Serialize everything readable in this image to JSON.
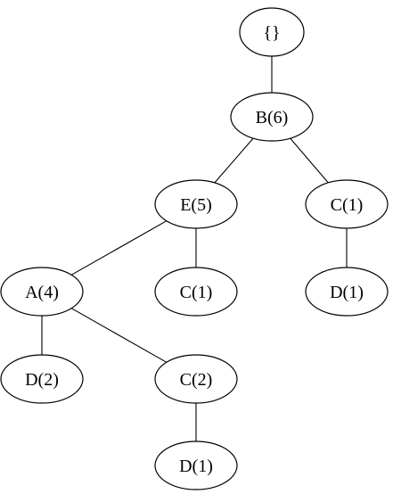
{
  "diagram": {
    "type": "tree",
    "nodes": [
      {
        "id": "root",
        "label": "{}"
      },
      {
        "id": "b6",
        "label": "B(6)"
      },
      {
        "id": "e5",
        "label": "E(5)"
      },
      {
        "id": "c1_right",
        "label": "C(1)"
      },
      {
        "id": "a4",
        "label": "A(4)"
      },
      {
        "id": "c1_mid",
        "label": "C(1)"
      },
      {
        "id": "d1_right",
        "label": "D(1)"
      },
      {
        "id": "d2",
        "label": "D(2)"
      },
      {
        "id": "c2",
        "label": "C(2)"
      },
      {
        "id": "d1_bottom",
        "label": "D(1)"
      }
    ],
    "edges": [
      {
        "from": "root",
        "to": "b6"
      },
      {
        "from": "b6",
        "to": "e5"
      },
      {
        "from": "b6",
        "to": "c1_right"
      },
      {
        "from": "e5",
        "to": "a4"
      },
      {
        "from": "e5",
        "to": "c1_mid"
      },
      {
        "from": "c1_right",
        "to": "d1_right"
      },
      {
        "from": "a4",
        "to": "d2"
      },
      {
        "from": "a4",
        "to": "c2"
      },
      {
        "from": "c2",
        "to": "d1_bottom"
      }
    ],
    "colors": {
      "node_fill": "#ffffff",
      "node_stroke": "#000000",
      "edge": "#000000",
      "text": "#000000"
    }
  }
}
